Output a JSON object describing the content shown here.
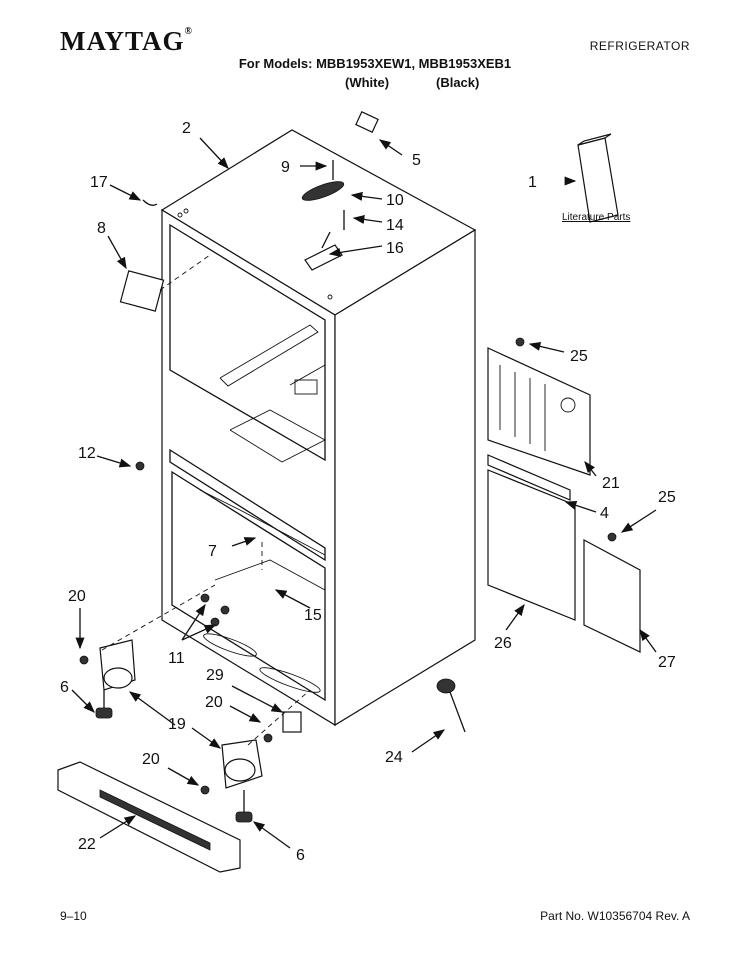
{
  "header": {
    "brand": "MAYTAG",
    "category": "REFRIGERATOR",
    "models_line": "For Models: MBB1953XEW1, MBB1953XEB1",
    "variant_white": "(White)",
    "variant_black": "(Black)"
  },
  "callouts": {
    "c1": "1",
    "c2": "2",
    "c4": "4",
    "c5": "5",
    "c6a": "6",
    "c6b": "6",
    "c7": "7",
    "c8": "8",
    "c9": "9",
    "c10": "10",
    "c11": "11",
    "c12": "12",
    "c14": "14",
    "c15": "15",
    "c16": "16",
    "c17": "17",
    "c19": "19",
    "c20a": "20",
    "c20b": "20",
    "c20c": "20",
    "c21": "21",
    "c22": "22",
    "c24": "24",
    "c25a": "25",
    "c25b": "25",
    "c26": "26",
    "c27": "27",
    "c29": "29"
  },
  "literature_label": "Literature Parts",
  "footer": {
    "page": "9–10",
    "part_number": "Part No. W10356704 Rev. A"
  }
}
